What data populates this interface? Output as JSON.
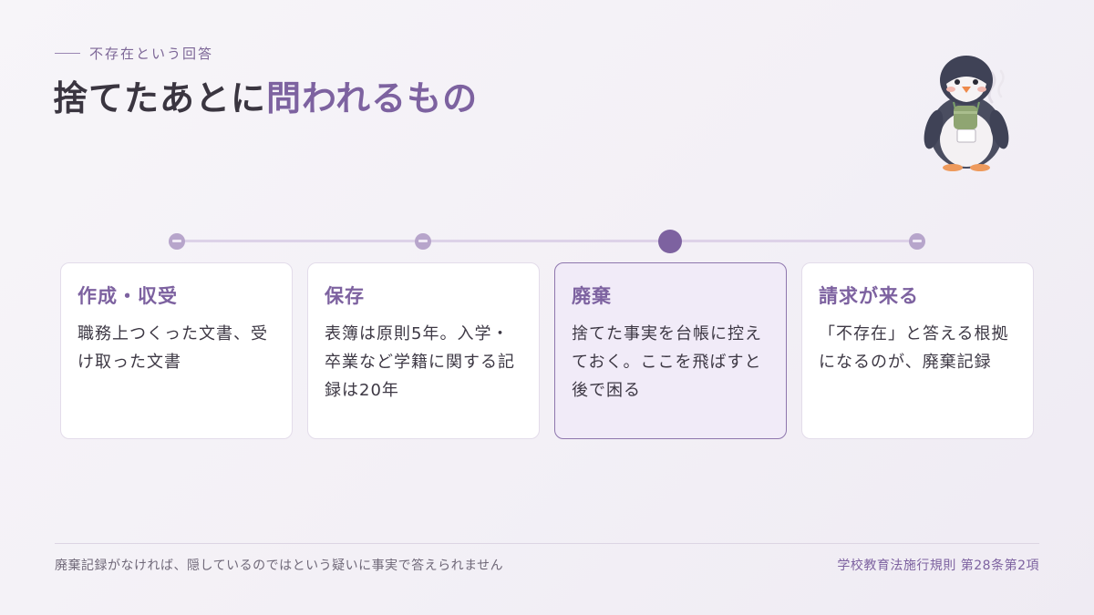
{
  "header": {
    "eyebrow": "不存在という回答",
    "title_prefix": "捨てたあとに",
    "title_accent": "問われるもの"
  },
  "timeline": {
    "active_index": 2
  },
  "cards": [
    {
      "title": "作成・収受",
      "body": "職務上つくった文書、受け取った文書"
    },
    {
      "title": "保存",
      "body": "表簿は原則5年。入学・卒業など学籍に関する記録は20年"
    },
    {
      "title": "廃棄",
      "body": "捨てた事実を台帳に控えておく。ここを飛ばすと後で困る"
    },
    {
      "title": "請求が来る",
      "body": "「不存在」と答える根拠になるのが、廃棄記録"
    }
  ],
  "footer": {
    "note": "廃棄記録がなければ、隠しているのではという疑いに事実で答えられません",
    "citation": "学校教育法施行規則 第28条第2項"
  },
  "colors": {
    "accent": "#7d62a0",
    "accent_light": "#b7a5cb",
    "active_card_bg": "#f1ebf8"
  }
}
